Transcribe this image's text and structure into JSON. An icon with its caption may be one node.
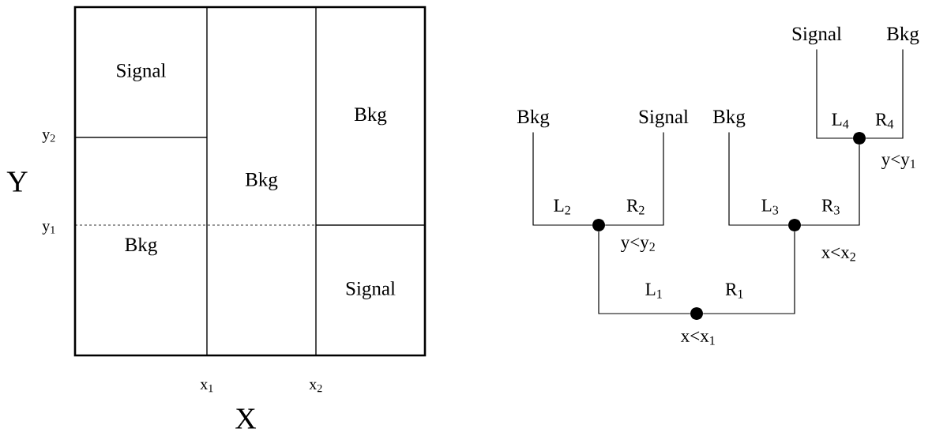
{
  "diagram": {
    "nodes": [
      {
        "text": [
          "Signal"
        ]
      },
      {
        "text": [
          "Bkg"
        ]
      },
      {
        "text": [
          "Bkg"
        ]
      },
      {
        "text": [
          "Bkg"
        ]
      },
      {
        "text": [
          "Signal"
        ]
      },
      {
        "text": [
          "Signal"
        ]
      },
      {
        "text": [
          "Bkg"
        ]
      },
      {
        "text": [
          "Bkg"
        ]
      },
      {
        "text": [
          "Signal"
        ]
      },
      {
        "text": [
          "Bkg"
        ]
      },
      {
        "text": [],
        "shape": "circle",
        "beside": [
          "y<y$_{1}$"
        ]
      },
      {
        "text": [],
        "shape": "circle",
        "beside": [
          "y<y$_{2}$"
        ]
      },
      {
        "text": [],
        "shape": "circle",
        "beside": [
          "x<x$_{2}$"
        ]
      },
      {
        "text": [],
        "shape": "circle",
        "beside": [
          "x<x$_{1}$"
        ]
      }
    ],
    "edges": [
      {
        "from": 13,
        "to": 11,
        "arrow": "none",
        "label": "L$_{1}$"
      },
      {
        "from": 13,
        "to": 12,
        "arrow": "none",
        "label": "R$_{1}$"
      },
      {
        "from": 11,
        "to": 7,
        "arrow": "none",
        "label": "L$_{2}$"
      },
      {
        "from": 11,
        "to": 8,
        "arrow": "none",
        "label": "R$_{2}$"
      },
      {
        "from": 12,
        "to": 9,
        "arrow": "none",
        "label": "L$_{3}$"
      },
      {
        "from": 12,
        "to": 10,
        "arrow": "none",
        "label": "R$_{3}$"
      },
      {
        "from": 10,
        "to": 5,
        "arrow": "none",
        "label": "L$_{4}$"
      },
      {
        "from": 10,
        "to": 6,
        "arrow": "none",
        "label": "R$_{4}$"
      }
    ],
    "labels": [
      "y$_{2}$",
      "Y",
      "y$_{1}$",
      "x$_{1}$",
      "x$_{2}$",
      "X"
    ]
  }
}
